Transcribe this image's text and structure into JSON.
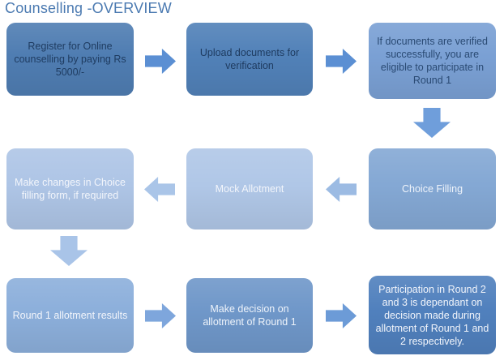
{
  "title": {
    "text": "Counselling -OVERVIEW",
    "color": "#4b7ab1"
  },
  "flow": {
    "row1": {
      "register": {
        "label": "Register for Online counselling by paying Rs 5000/-",
        "bg": "#4f7db2",
        "fg": "#1f3c61"
      },
      "arrow1": {
        "color": "#5b8fd3"
      },
      "upload": {
        "label": "Upload documents for verification",
        "bg": "#5181b8",
        "fg": "#1f3c61"
      },
      "arrow2": {
        "color": "#5b8fd3"
      },
      "verified": {
        "label": "If documents are verified successfully, you are eligible to participate in Round 1",
        "bg": "#7aa0d4",
        "fg": "#2a4a73"
      },
      "down_arrow": {
        "color": "#6f9edb"
      }
    },
    "row2": {
      "choice_filling": {
        "label": "Choice Filling",
        "bg": "#84a8d4",
        "fg": "#eef3fa"
      },
      "arrow2": {
        "color": "#9cbbe3"
      },
      "mock_allotment": {
        "label": "Mock Allotment",
        "bg": "#b0c7e7",
        "fg": "#f2f5fb"
      },
      "arrow1": {
        "color": "#aac5e8"
      },
      "make_changes": {
        "label": "Make changes in Choice filling form, if required",
        "bg": "#aec5e6",
        "fg": "#f2f5fb"
      },
      "down_arrow": {
        "color": "#a9c4e8"
      }
    },
    "row3": {
      "round1_results": {
        "label": "Round 1 allotment results",
        "bg": "#8cafdb",
        "fg": "#f2f5fb"
      },
      "arrow1": {
        "color": "#7ea6dc"
      },
      "make_decision": {
        "label": "Make decision on allotment of Round 1",
        "bg": "#6f97c9",
        "fg": "#eef3fa"
      },
      "arrow2": {
        "color": "#6c9bd7"
      },
      "participation": {
        "label": "Participation in Round 2 and 3  is dependant on decision made during allotment of Round 1 and 2 respectively.",
        "bg": "#5080bd",
        "fg": "#f2f5fb"
      }
    }
  }
}
